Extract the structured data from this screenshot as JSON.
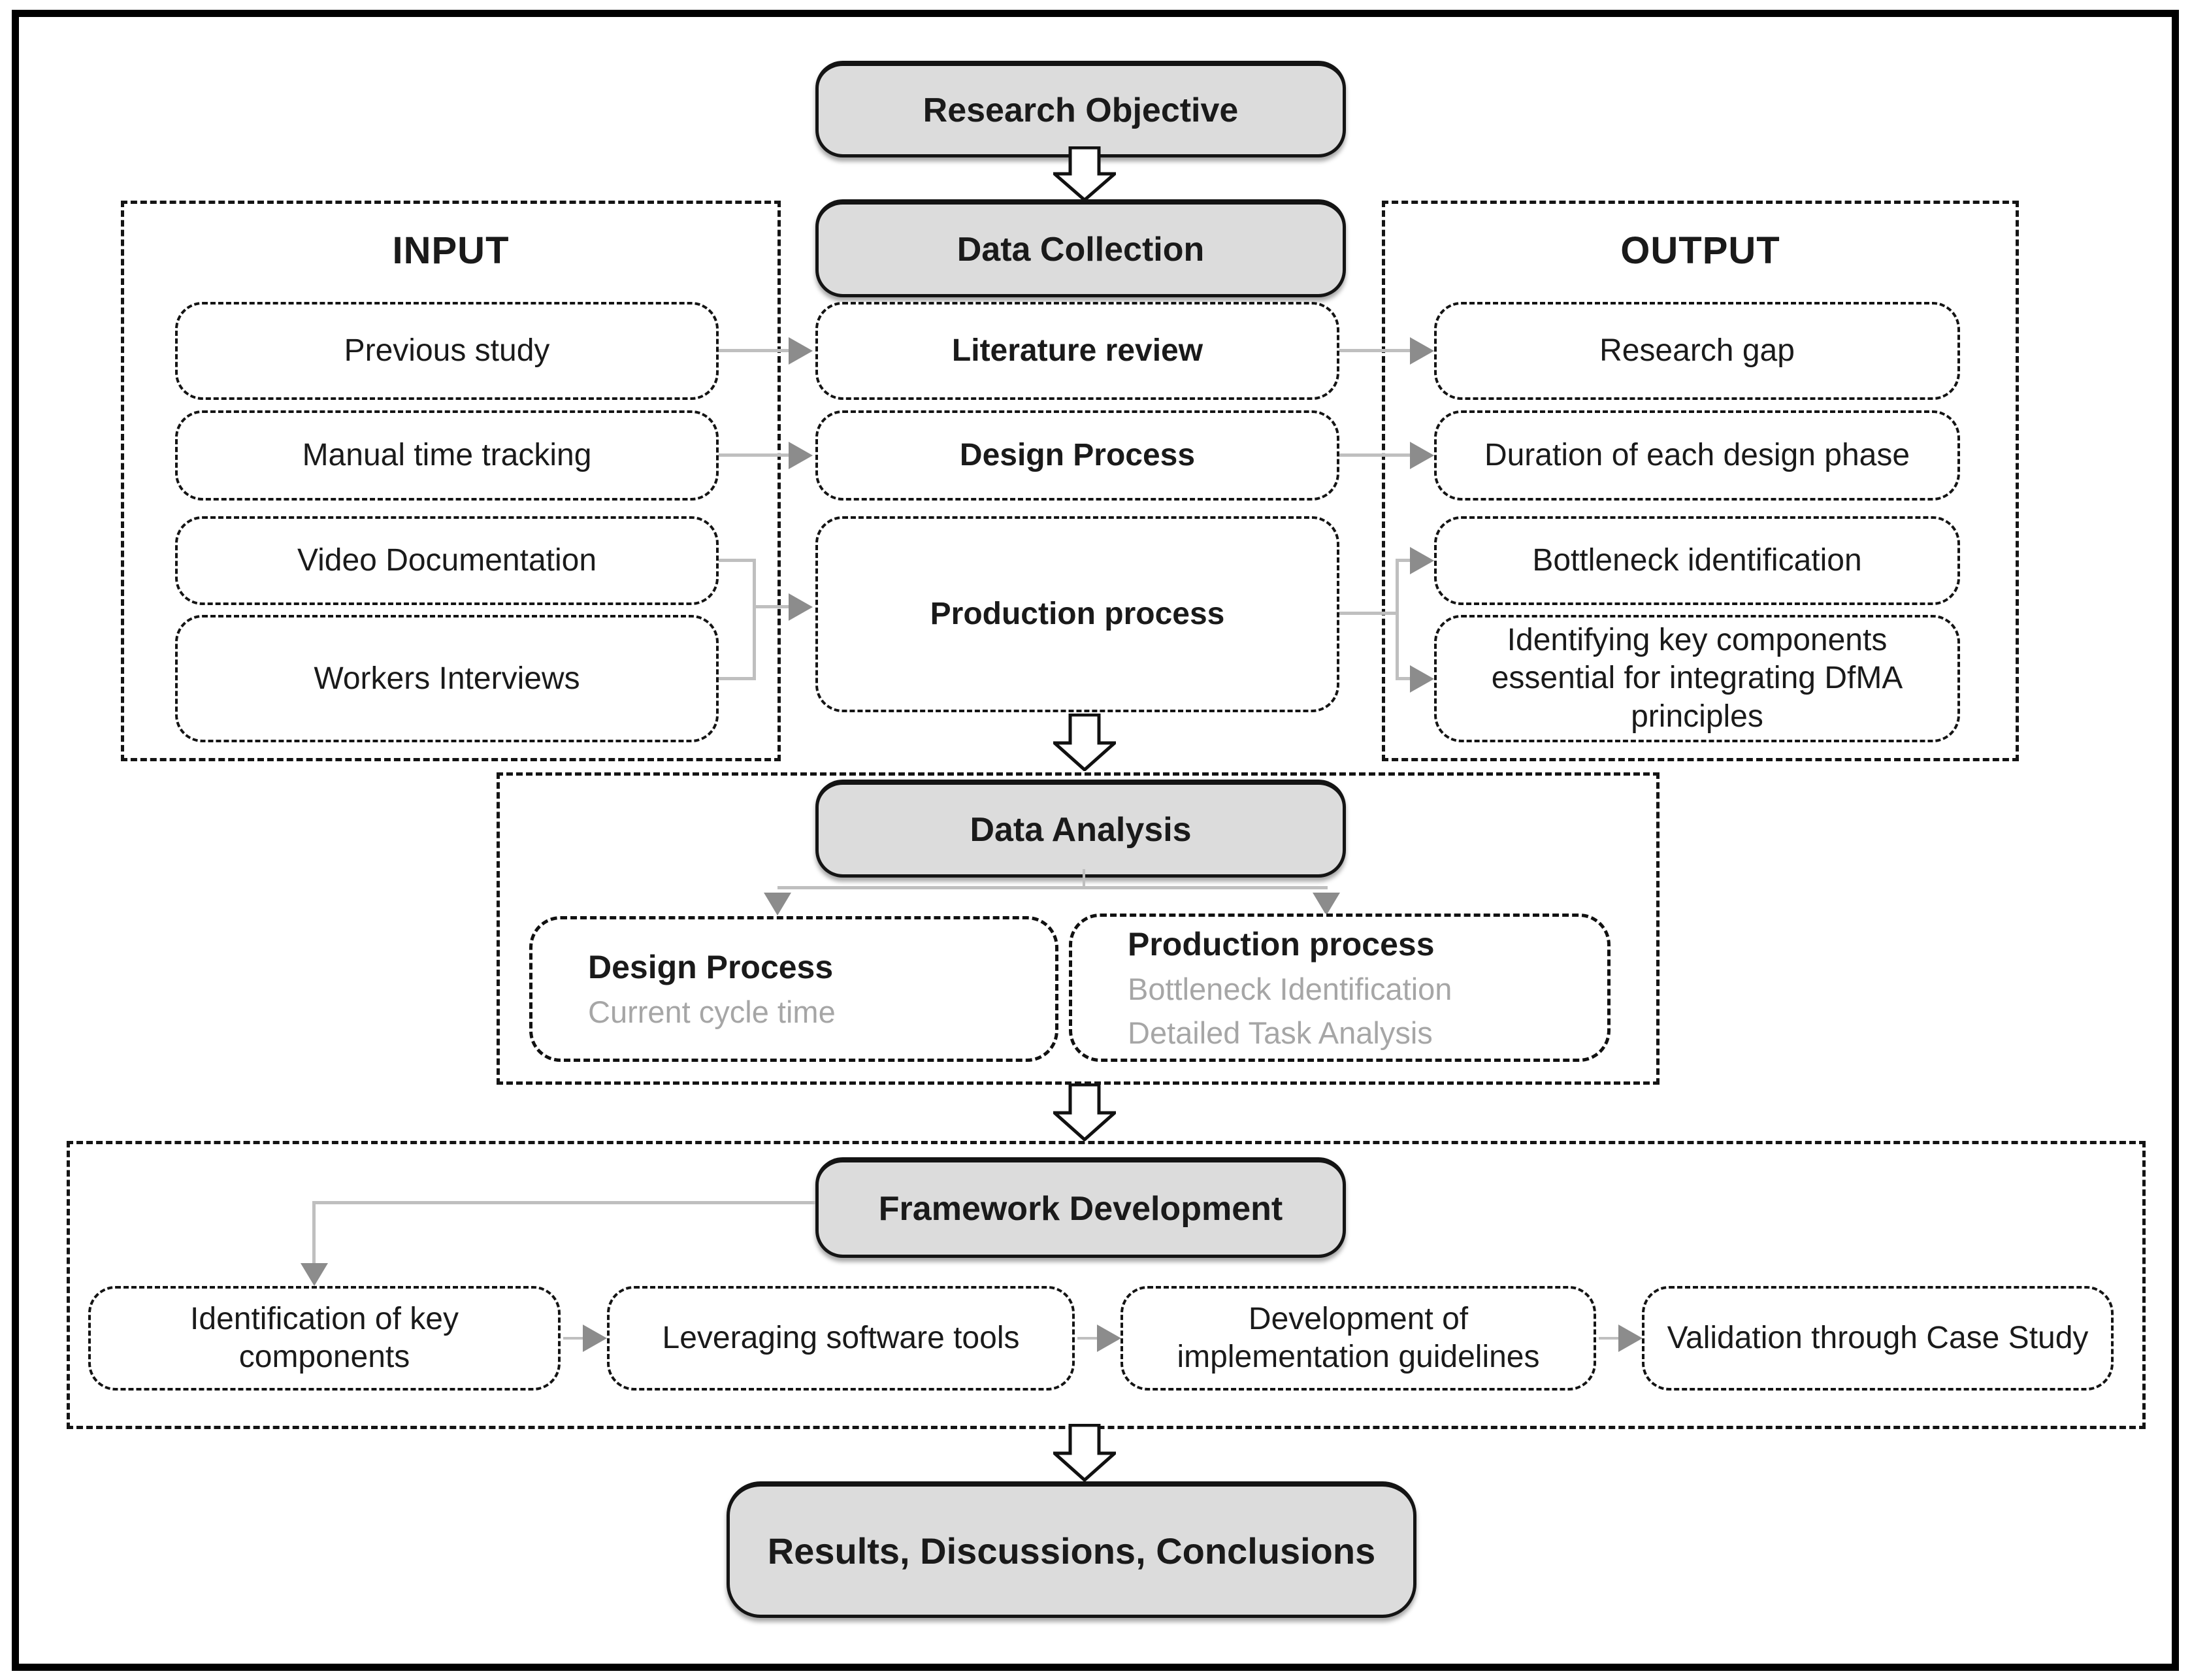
{
  "flow": {
    "research_objective": "Research Objective",
    "data_collection": "Data Collection",
    "data_analysis": "Data Analysis",
    "framework_development": "Framework Development",
    "results": "Results, Discussions, Conclusions"
  },
  "input_panel": {
    "title": "INPUT",
    "items": [
      "Previous study",
      "Manual time tracking",
      "Video Documentation",
      "Workers Interviews"
    ]
  },
  "collection_boxes": [
    "Literature review",
    "Design Process",
    "Production process"
  ],
  "output_panel": {
    "title": "OUTPUT",
    "items": [
      "Research gap",
      "Duration of each design phase",
      "Bottleneck identification",
      "Identifying key components essential for integrating DfMA principles"
    ]
  },
  "analysis": {
    "design": {
      "title": "Design Process",
      "detail_1": "Current cycle time"
    },
    "production": {
      "title": "Production process",
      "detail_1": "Bottleneck Identification",
      "detail_2": "Detailed Task Analysis"
    }
  },
  "framework_steps": [
    "Identification of key components",
    "Leveraging software tools",
    "Development of implementation guidelines",
    "Validation through Case Study"
  ],
  "colors": {
    "node_fill": "#dcdcdc",
    "connector_line": "#bfbfbf",
    "connector_head": "#8c8c8c",
    "muted_text": "#a6a6a6"
  }
}
